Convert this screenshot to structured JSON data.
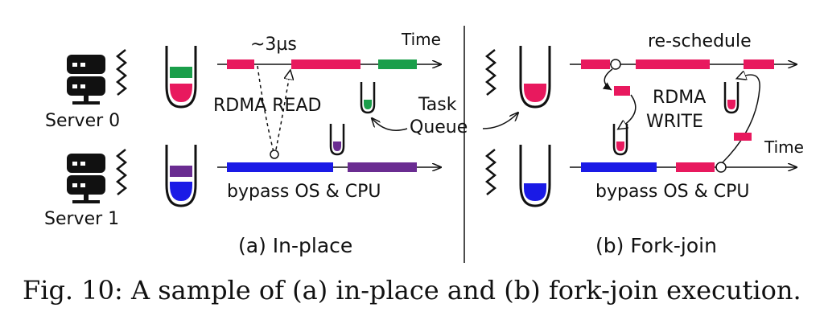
{
  "panel_a": {
    "server0": "Server 0",
    "server1": "Server 1",
    "time": "Time",
    "latency": "~3µs",
    "rdma_read": "RDMA READ",
    "bypass": "bypass OS & CPU",
    "caption": "(a) In-place"
  },
  "shared": {
    "task": "Task",
    "queue": "Queue"
  },
  "panel_b": {
    "reschedule": "re-schedule",
    "rdma": "RDMA",
    "write": "WRITE",
    "time": "Time",
    "bypass": "bypass OS & CPU",
    "caption": "(b) Fork-join"
  },
  "figure_caption": "Fig. 10: A sample of (a) in-place and (b) fork-join execution.",
  "colors": {
    "pink": "#e8195e",
    "green": "#1a9e4a",
    "purple": "#6a2c91",
    "blue": "#1a1ae6"
  }
}
